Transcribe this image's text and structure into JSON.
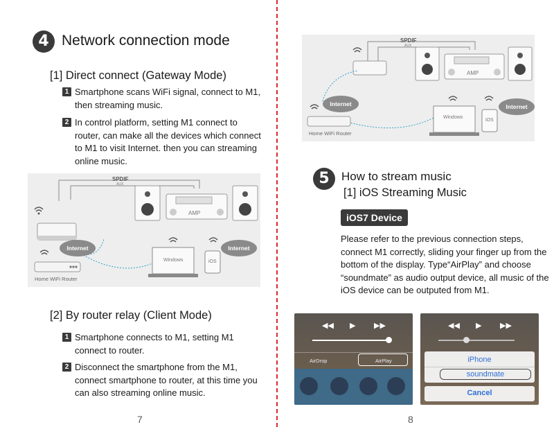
{
  "left_page": {
    "section_number": "4",
    "section_title": "Network connection mode",
    "mode1_title": "[1]  Direct connect (Gateway Mode)",
    "mode1_items": [
      {
        "num": "1",
        "text": "Smartphone scans WiFi signal, connect to M1, then streaming music."
      },
      {
        "num": "2",
        "text": "In control platform, setting M1 connect to router, can make all the devices which connect to M1 to visit Internet. then you can streaming online music."
      }
    ],
    "mode2_title": "[2]  By router relay (Client Mode)",
    "mode2_items": [
      {
        "num": "1",
        "text": "Smartphone connects to M1, setting M1 connect to router."
      },
      {
        "num": "2",
        "text": "Disconnect the smartphone from the M1, connect smartphone to router, at this time you can also streaming online music."
      }
    ],
    "page_number": "7"
  },
  "diagram": {
    "spdif": "SPDIF",
    "aux": "AUX",
    "amp": "AMP",
    "internet": "Internet",
    "windows": "Windows",
    "ios": "iOS",
    "router": "Home WiFi Router"
  },
  "right_page": {
    "section_number": "5",
    "section_title": "How to stream music",
    "subtitle": "[1]  iOS Streaming Music",
    "device_badge": "iOS7 Device",
    "paragraph": "Please refer to the previous connection steps, connect M1 correctly, sliding your finger up from the bottom of the display. Type“AirPlay” and choose “soundmate” as audio output device, all music of the iOS device can be outputed from M1.",
    "page_number": "8",
    "control_center": {
      "airdrop": "AirDrop",
      "airplay": "AirPlay"
    },
    "airplay_menu": {
      "option1": "iPhone",
      "option2": "soundmate",
      "cancel": "Cancel"
    }
  },
  "colors": {
    "accent_divider": "#d8282b",
    "badge": "#3a3a3a",
    "ios_link": "#2f6fd6"
  }
}
